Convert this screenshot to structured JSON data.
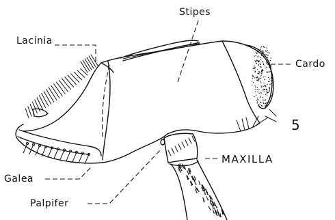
{
  "figure": {
    "number": "5",
    "labels": {
      "stipes": "Stipes",
      "lacinia": "Lacinia",
      "cardo": "Cardo",
      "maxilla": "MAXILLA",
      "galea": "Galea",
      "palpifer": "Palpifer"
    }
  }
}
